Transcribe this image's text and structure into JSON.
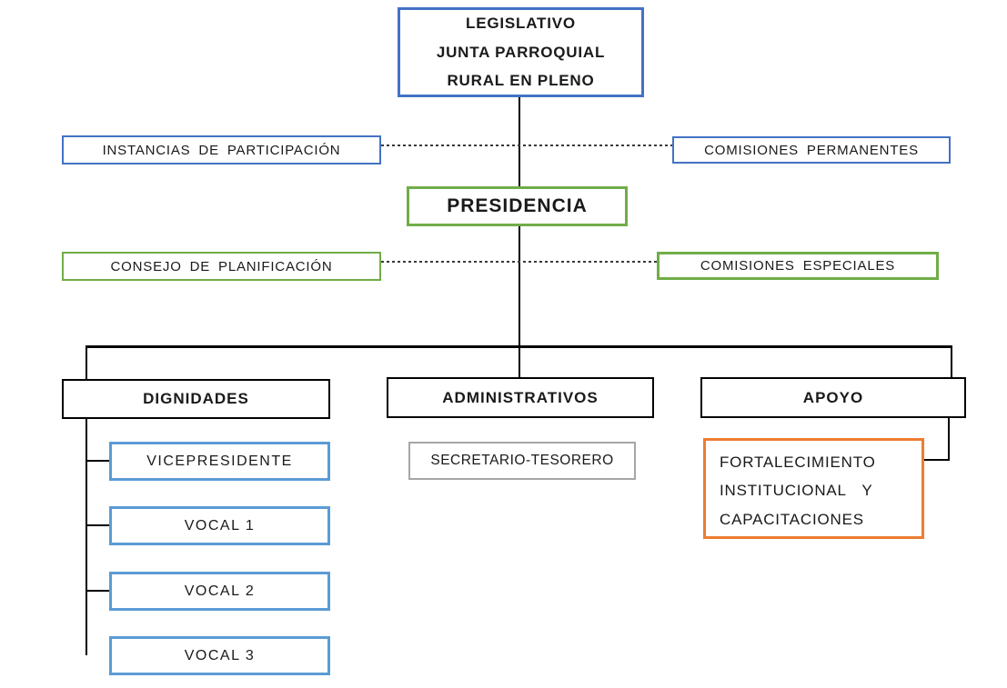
{
  "colors": {
    "blue": "#4472C4",
    "light_blue": "#5B9BD5",
    "green": "#70AD47",
    "orange": "#ED7D31",
    "gray": "#A6A6A6",
    "connector": "#000000"
  },
  "nodes": {
    "legislativo": {
      "lines": [
        "LEGISLATIVO",
        "JUNTA PARROQUIAL",
        "RURAL EN PLENO"
      ]
    },
    "instancias": {
      "label": "INSTANCIAS DE PARTICIPACIÓN"
    },
    "comisiones_permanentes": {
      "label": "COMISIONES PERMANENTES"
    },
    "presidencia": {
      "label": "PRESIDENCIA"
    },
    "consejo_planificacion": {
      "label": "CONSEJO DE PLANIFICACIÓN"
    },
    "comisiones_especiales": {
      "label": "COMISIONES ESPECIALES"
    },
    "dignidades": {
      "label": "DIGNIDADES"
    },
    "administrativos": {
      "label": "ADMINISTRATIVOS"
    },
    "apoyo": {
      "label": "APOYO"
    },
    "vicepresidente": {
      "label": "VICEPRESIDENTE"
    },
    "vocal1": {
      "label": "VOCAL 1"
    },
    "vocal2": {
      "label": "VOCAL 2"
    },
    "vocal3": {
      "label": "VOCAL 3"
    },
    "secretario_tesorero": {
      "label": "SECRETARIO-TESORERO"
    },
    "fortalecimiento": {
      "lines": [
        "FORTALECIMIENTO",
        "INSTITUCIONAL   Y",
        "CAPACITACIONES"
      ]
    }
  }
}
